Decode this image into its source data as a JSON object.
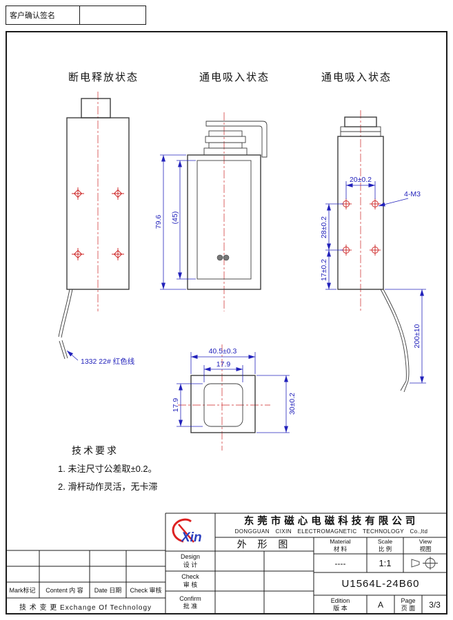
{
  "signature": {
    "label": "客户确认签名"
  },
  "views": {
    "left": {
      "title": "断电释放状态",
      "wire_label": "1332 22# 红色线"
    },
    "middle": {
      "title": "通电吸入状态",
      "dims": {
        "height": "79.6",
        "inner_height": "(45)"
      },
      "bottom_dims": {
        "width": "40.5±0.3",
        "inner_width": "17.9",
        "inner_height": "17.9",
        "height": "30±0.2"
      }
    },
    "right": {
      "title": "通电吸入状态",
      "dims": {
        "hole_spacing_x": "20±0.2",
        "thread": "4-M3",
        "hole_spacing_y": "28±0.2",
        "edge_offset": "17±0.2",
        "wire_length": "200±10"
      }
    }
  },
  "tech_requirements": {
    "title": "技术要求",
    "items": [
      "1. 未注尺寸公差取±0.2。",
      "2. 滑杆动作灵活，无卡滞"
    ]
  },
  "title_block": {
    "logo_text": "Xin",
    "company_cn": "东莞市磁心电磁科技有限公司",
    "company_en": "DONGGUAN CIXIN ELECTROMAGNETIC TECHNOLOGY Co.,ltd",
    "drawing_type": "外 形 图",
    "material": {
      "en": "Material",
      "cn": "材  料",
      "value": "----"
    },
    "scale": {
      "en": "Scale",
      "cn": "比 例",
      "value": "1:1"
    },
    "view": {
      "en": "View",
      "cn": "视图"
    },
    "design": {
      "en": "Design",
      "cn": "设 计"
    },
    "check": {
      "en": "Check",
      "cn": "审 核"
    },
    "confirm": {
      "en": "Confirm",
      "cn": "批 准"
    },
    "part_number": "U1564L-24B60",
    "edition": {
      "en": "Edition",
      "cn": "版 本",
      "value": "A"
    },
    "page": {
      "en": "Page",
      "cn": "页 面",
      "value": "3/3"
    }
  },
  "revision_table": {
    "headers": [
      "Mark标记",
      "Content 内 容",
      "Date 日期",
      "Check 审核"
    ],
    "footer": "技 术 变 更  Exchange Of Technology"
  },
  "colors": {
    "outline": "#3c3c3c",
    "dimension": "#2222bb",
    "centerline": "#cc2222",
    "logo_red": "#dd2222",
    "logo_blue": "#2b3fbf"
  }
}
